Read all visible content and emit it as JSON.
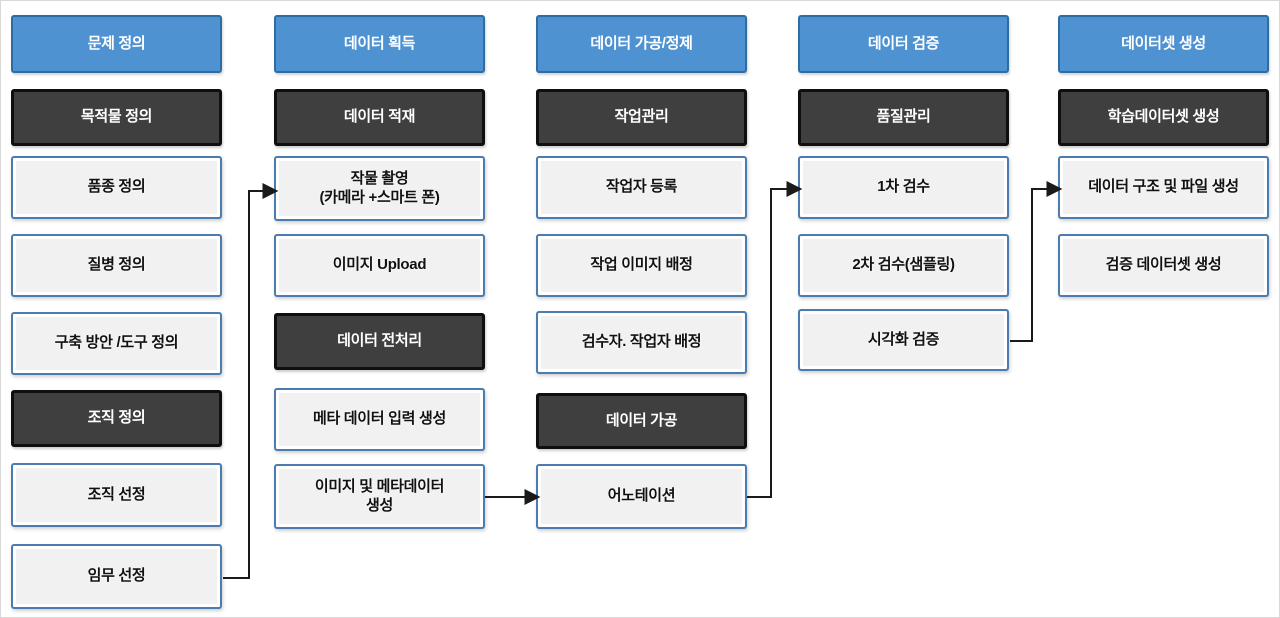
{
  "diagram": {
    "title": "AI learning-data construction process flowchart",
    "colors": {
      "header_fill": "#4f92d1",
      "header_border": "#2e6da4",
      "dark_fill": "#3f3f3f",
      "dark_border": "#0f0f0f",
      "light_fill": "#f1f1f1",
      "light_border": "#4b7cb0",
      "connector": "#1a1a1a",
      "background": "#ffffff"
    },
    "columns": [
      {
        "header": "문제 정의",
        "boxes": [
          {
            "label": "목적물 정의",
            "style": "dark"
          },
          {
            "label": "품종 정의",
            "style": "light"
          },
          {
            "label": "질병 정의",
            "style": "light"
          },
          {
            "label": "구축 방안 /도구 정의",
            "style": "light"
          },
          {
            "label": "조직 정의",
            "style": "dark"
          },
          {
            "label": "조직 선정",
            "style": "light"
          },
          {
            "label": "임무 선정",
            "style": "light"
          }
        ]
      },
      {
        "header": "데이터 획득",
        "boxes": [
          {
            "label": "데이터 적재",
            "style": "dark"
          },
          {
            "label": "작물 촬영\n(카메라 +스마트 폰)",
            "style": "light"
          },
          {
            "label": "이미지 Upload",
            "style": "light"
          },
          {
            "label": "데이터 전처리",
            "style": "dark"
          },
          {
            "label": "메타 데이터 입력 생성",
            "style": "light"
          },
          {
            "label": "이미지 및 메타데이터\n생성",
            "style": "light"
          }
        ]
      },
      {
        "header": "데이터 가공/정제",
        "boxes": [
          {
            "label": "작업관리",
            "style": "dark"
          },
          {
            "label": "작업자 등록",
            "style": "light"
          },
          {
            "label": "작업 이미지 배정",
            "style": "light"
          },
          {
            "label": "검수자. 작업자 배정",
            "style": "light"
          },
          {
            "label": "데이터 가공",
            "style": "dark"
          },
          {
            "label": "어노테이션",
            "style": "light"
          }
        ]
      },
      {
        "header": "데이터 검증",
        "boxes": [
          {
            "label": "품질관리",
            "style": "dark"
          },
          {
            "label": "1차 검수",
            "style": "light"
          },
          {
            "label": "2차 검수(샘플링)",
            "style": "light"
          },
          {
            "label": "시각화 검증",
            "style": "light"
          }
        ]
      },
      {
        "header": "데이터셋 생성",
        "boxes": [
          {
            "label": "학습데이터셋 생성",
            "style": "dark"
          },
          {
            "label": "데이터 구조 및 파일 생성",
            "style": "light"
          },
          {
            "label": "검증 데이터셋 생성",
            "style": "light"
          }
        ]
      }
    ],
    "connectors": [
      {
        "from": "임무 선정",
        "to": "작물 촬영 (카메라 +스마트 폰)"
      },
      {
        "from": "이미지 및 메타데이터 생성",
        "to": "어노테이션"
      },
      {
        "from": "어노테이션",
        "to": "1차 검수"
      },
      {
        "from": "시각화 검증",
        "to": "데이터 구조 및 파일 생성"
      }
    ]
  }
}
